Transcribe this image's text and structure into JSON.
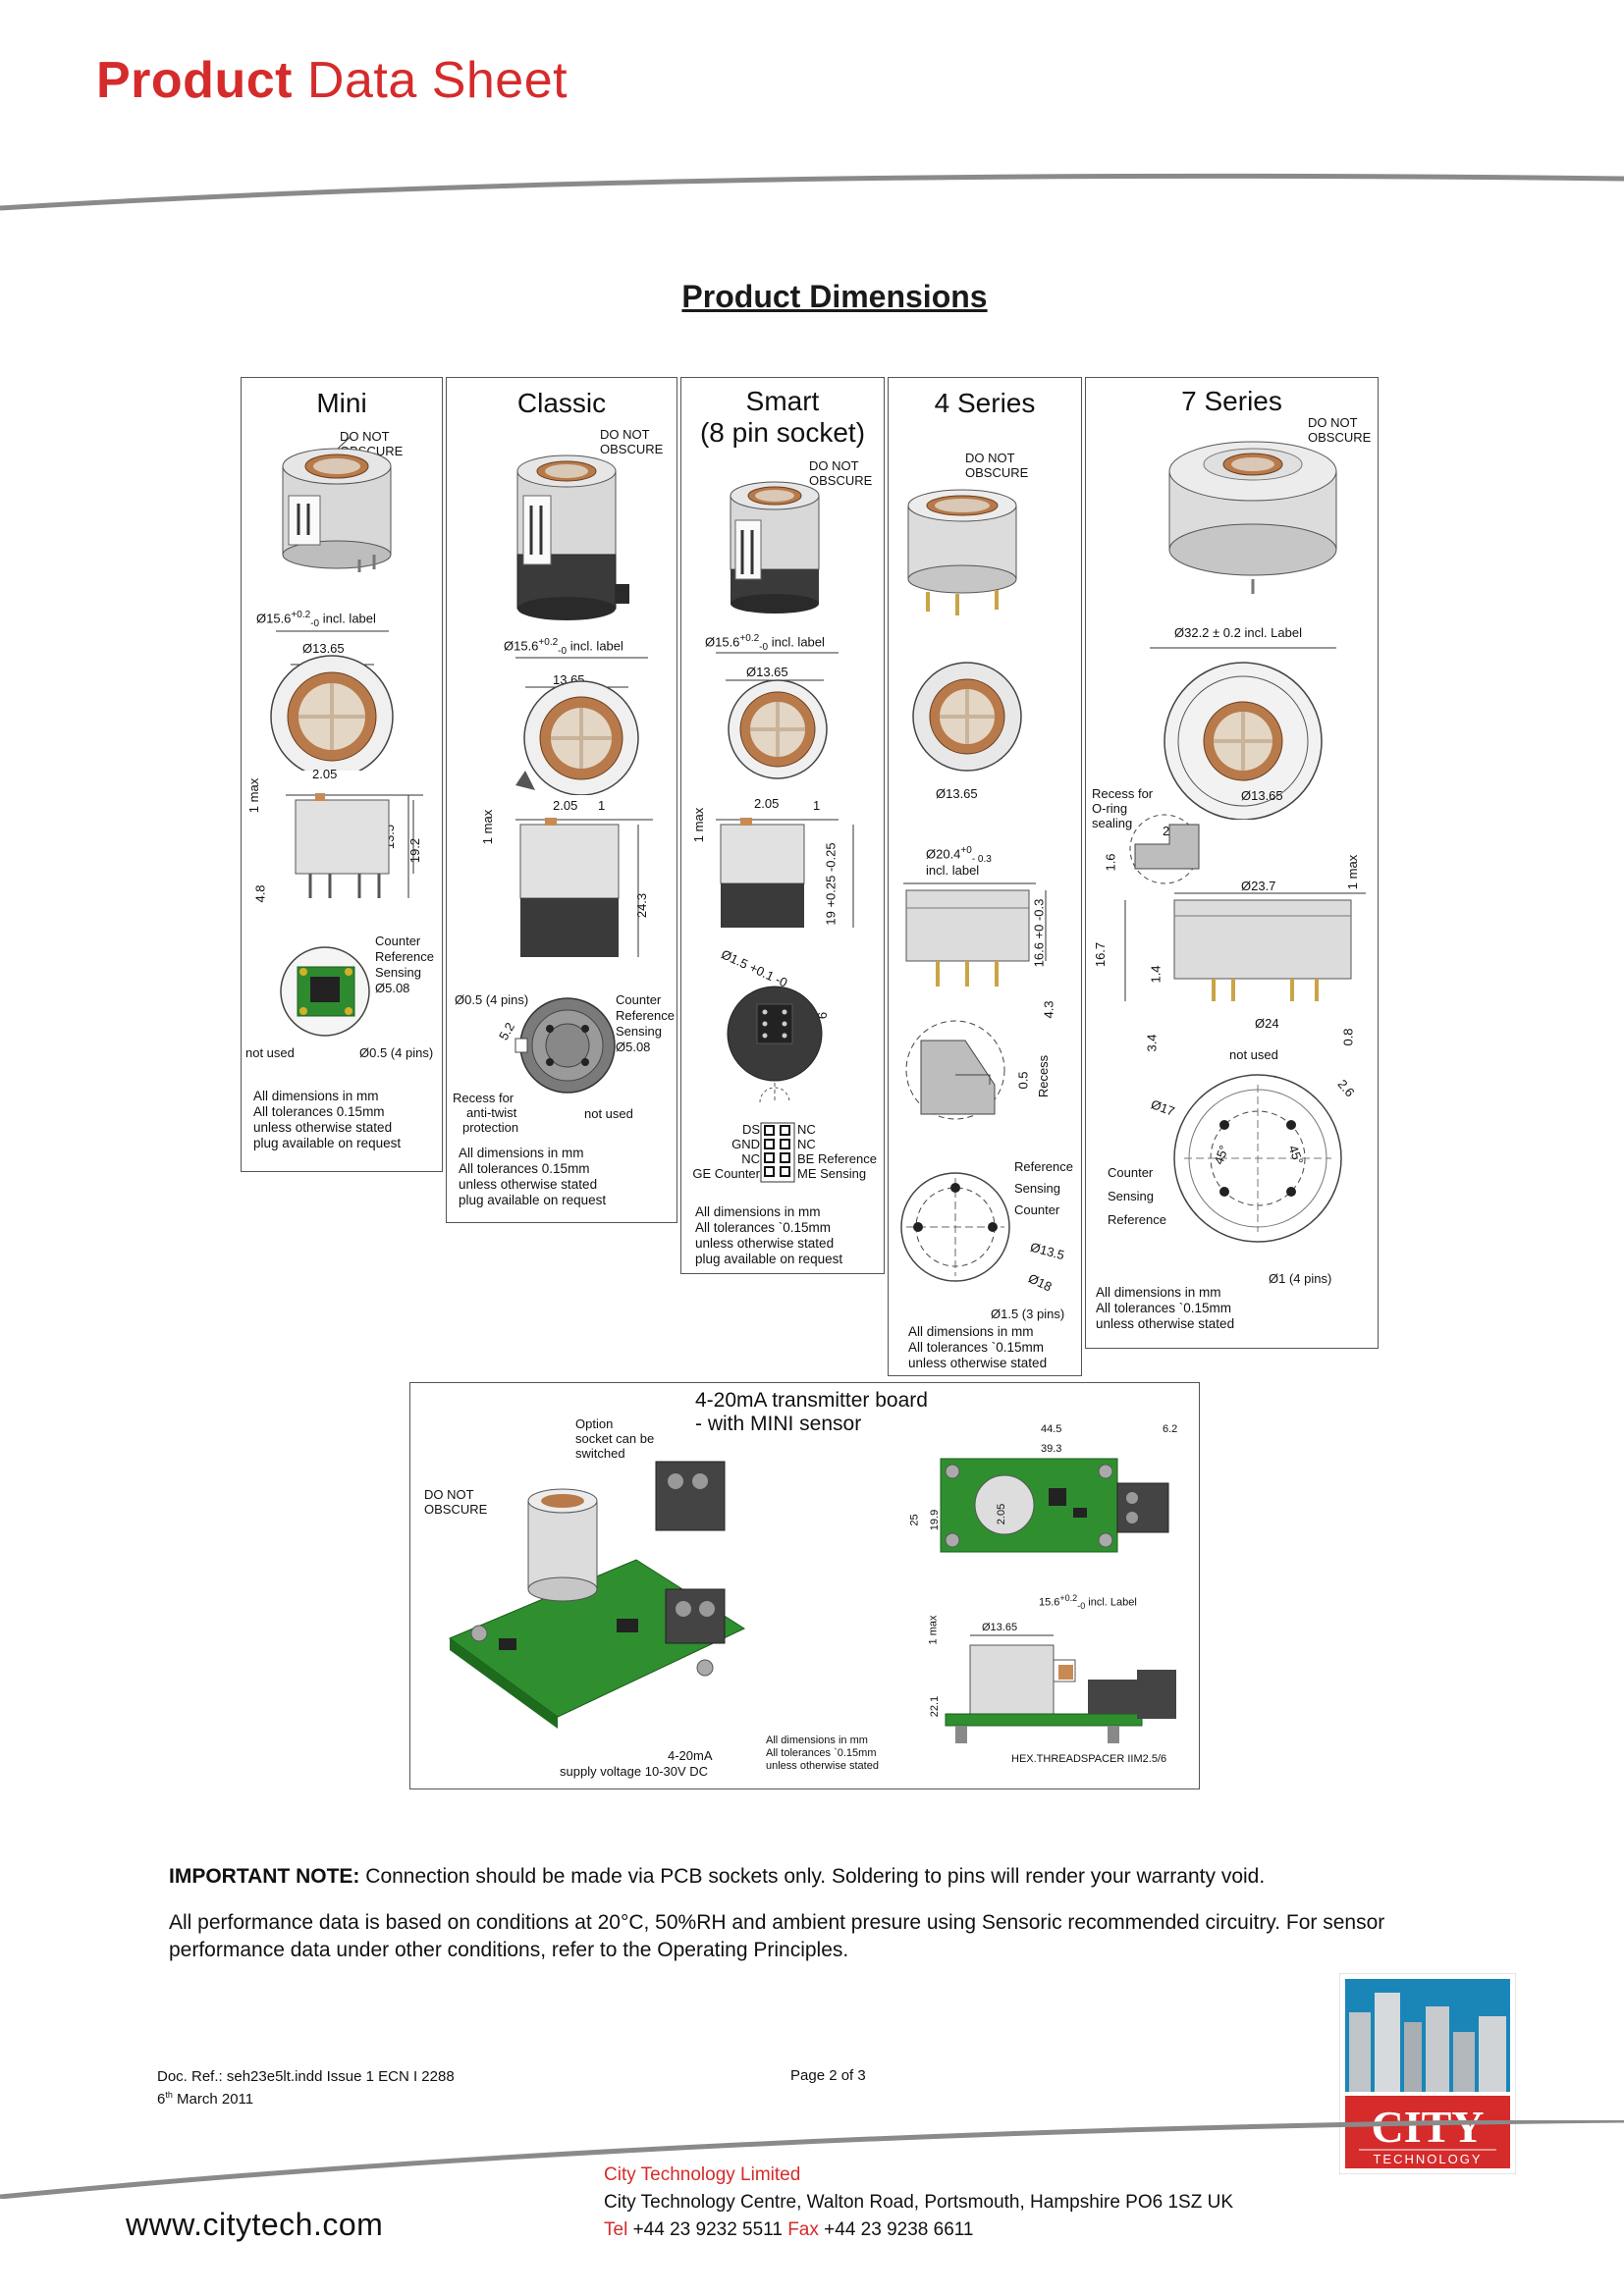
{
  "header": {
    "title_bold": "Product",
    "title_rest": "Data Sheet"
  },
  "section_title": "Product Dimensions",
  "panels": {
    "mini": {
      "title": "Mini",
      "do_not_obscure": [
        "DO NOT",
        "OBSCURE"
      ],
      "dim_dia": "Ø15.6",
      "dim_tol_top": "+0.2",
      "dim_tol_bot": "-0",
      "incl_label": "incl. label",
      "dim_inner": "Ø13.65",
      "dim_205": "2.05",
      "dim_1max": "1 max",
      "dim_135": "13.5",
      "dim_192": "19.2",
      "dim_48": "4.8",
      "pin_counter": "Counter",
      "pin_reference": "Reference",
      "pin_sensing": "Sensing",
      "pin_508": "Ø5.08",
      "not_used": "not used",
      "pins": "Ø0.5 (4 pins)",
      "notes": [
        "All dimensions in mm",
        "All tolerances 0.15mm",
        "unless otherwise stated",
        "plug available on request"
      ]
    },
    "classic": {
      "title": "Classic",
      "do_not_obscure": [
        "DO NOT",
        "OBSCURE"
      ],
      "dim_dia": "Ø15.6",
      "dim_tol_top": "+0.2",
      "dim_tol_bot": "-0",
      "incl_label": "incl. label",
      "dim_inner": "13.65",
      "dim_205": "2.05",
      "dim_1max": "1 max",
      "dim_1": "1",
      "dim_243": "24.3",
      "pins": "Ø0.5 (4 pins)",
      "dim_52": "5.2",
      "pin_counter": "Counter",
      "pin_reference": "Reference",
      "pin_sensing": "Sensing",
      "pin_508": "Ø5.08",
      "recess": [
        "Recess for",
        "anti-twist",
        "protection"
      ],
      "not_used": "not used",
      "notes": [
        "All dimensions in mm",
        "All tolerances 0.15mm",
        "unless otherwise stated",
        "plug available on request"
      ]
    },
    "smart": {
      "title": "Smart",
      "subtitle": "(8 pin socket)",
      "do_not_obscure": [
        "DO NOT",
        "OBSCURE"
      ],
      "dim_dia": "Ø15.6",
      "dim_tol_top": "+0.2",
      "dim_tol_bot": "-0",
      "incl_label": "incl. label",
      "dim_inner": "Ø13.65",
      "dim_205": "2.05",
      "dim_1max": "1 max",
      "dim_1": "1",
      "dim_19": "19 +0.25 -0.25",
      "dim_15": "Ø1.5 +0.1 -0",
      "dim_6": "6",
      "pin_left": [
        "DS",
        "GND",
        "NC",
        "GE Counter"
      ],
      "pin_right": [
        "NC",
        "NC",
        "BE Reference",
        "ME Sensing"
      ],
      "notes": [
        "All dimensions in mm",
        "All tolerances `0.15mm",
        "unless otherwise stated",
        "plug available on request"
      ]
    },
    "four": {
      "title": "4 Series",
      "do_not_obscure": [
        "DO NOT",
        "OBSCURE"
      ],
      "dim_inner": "Ø13.65",
      "dim_204": "Ø20.4",
      "dim_tol_top": "+0",
      "dim_tol_bot": "- 0.3",
      "incl_label": "incl. label",
      "dim_166": "16.6 +0 -0.3",
      "dim_43": "4.3",
      "dim_05": "0.5",
      "recess": "Recess",
      "pin_reference": "Reference",
      "pin_sensing": "Sensing",
      "pin_counter": "Counter",
      "dim_135": "Ø13.5",
      "dim_18": "Ø18",
      "pins": "Ø1.5 (3 pins)",
      "notes": [
        "All dimensions in mm",
        "All tolerances `0.15mm",
        "unless otherwise stated"
      ]
    },
    "seven": {
      "title": "7 Series",
      "do_not_obscure": [
        "DO NOT",
        "OBSCURE"
      ],
      "dim_322": "Ø32.2 ± 0.2 incl. Label",
      "recess": [
        "Recess for",
        "O-ring",
        "sealing"
      ],
      "dim_inner": "Ø13.65",
      "dim_2": "2",
      "dim_16": "1.6",
      "dim_237": "Ø23.7",
      "dim_1max": "1 max",
      "dim_167": "16.7",
      "dim_14": "1.4",
      "dim_24": "Ø24",
      "dim_34": "3.4",
      "dim_08": "0.8",
      "not_used": "not used",
      "dim_26": "2.6",
      "dim_17": "Ø17",
      "angle_45": "45°",
      "pin_counter": "Counter",
      "pin_sensing": "Sensing",
      "pin_reference": "Reference",
      "pins": "Ø1 (4 pins)",
      "notes": [
        "All dimensions in mm",
        "All tolerances `0.15mm",
        "unless otherwise stated"
      ]
    },
    "transmitter": {
      "title": "4-20mA transmitter board",
      "subtitle": "- with MINI sensor",
      "option": [
        "Option",
        "socket can be",
        "switched"
      ],
      "do_not_obscure": [
        "DO NOT",
        "OBSCURE"
      ],
      "out_420": "4-20mA",
      "supply": "supply voltage 10-30V DC",
      "dim_445": "44.5",
      "dim_62": "6.2",
      "dim_393": "39.3",
      "dim_25": "25",
      "dim_199": "19.9",
      "dim_205": "2.05",
      "dim_156": "15.6",
      "dim_tol_top": "+0.2",
      "dim_tol_bot": "-0",
      "incl_label": "incl. Label",
      "dim_1max": "1 max",
      "dim_1365": "Ø13.65",
      "dim_221": "22.1",
      "spacer": "HEX.THREADSPACER IIM2.5/6",
      "notes": [
        "All dimensions in mm",
        "All tolerances `0.15mm",
        "unless otherwise stated"
      ]
    }
  },
  "important_label": "IMPORTANT NOTE:",
  "important_text": " Connection should be made via PCB sockets only. Soldering to pins will render your warranty void.",
  "performance_text": "All performance data is based on conditions at 20°C, 50%RH and ambient presure using Sensoric recommended circuitry. For sensor performance data under other conditions, refer to the Operating Principles.",
  "footer": {
    "doc_ref": "Doc. Ref.: seh23e5lt.indd Issue 1 ECN I 2288",
    "date_day": "6",
    "date_sup": "th",
    "date_rest": " March 2011",
    "page": "Page 2 of 3"
  },
  "logo": {
    "name": "CITY",
    "sub": "TECHNOLOGY"
  },
  "company": {
    "name": "City Technology Limited",
    "address": "City Technology Centre, Walton Road, Portsmouth, Hampshire PO6 1SZ UK",
    "tel_label": "Tel",
    "tel": "+44 23 9232 5511",
    "fax_label": "Fax",
    "fax": "+44 23 9238 6611"
  },
  "website": "www.citytech.com"
}
